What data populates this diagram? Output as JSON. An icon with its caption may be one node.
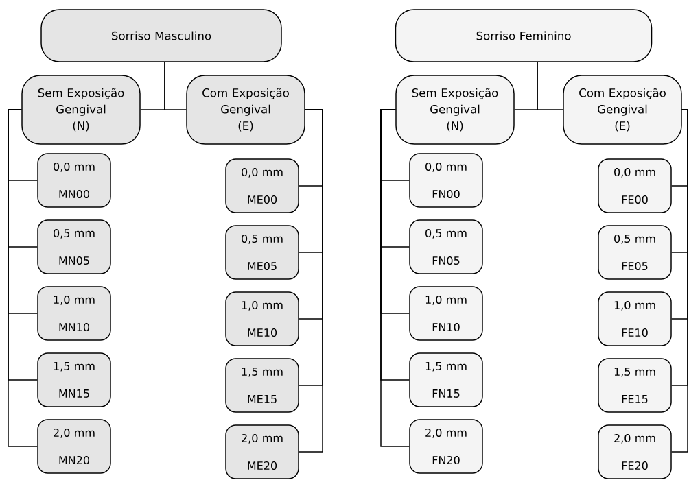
{
  "diagram": {
    "nodes": [
      {
        "text": [
          "Sorriso Masculino"
        ]
      },
      {
        "text": [
          "Sem Exposição Gengival",
          "(N)"
        ]
      },
      {
        "text": [
          "Com Exposição Gengival",
          "(E)"
        ]
      },
      {
        "text": [
          "0,0 mm",
          "MN00"
        ]
      },
      {
        "text": [
          "0,5 mm",
          "MN05"
        ]
      },
      {
        "text": [
          "1,0 mm",
          "MN10"
        ]
      },
      {
        "text": [
          "1,5 mm",
          "MN15"
        ]
      },
      {
        "text": [
          "2,0 mm",
          "MN20"
        ]
      },
      {
        "text": [
          "0,0 mm",
          "ME00"
        ]
      },
      {
        "text": [
          "0,5 mm",
          "ME05"
        ]
      },
      {
        "text": [
          "1,0 mm",
          "ME10"
        ]
      },
      {
        "text": [
          "1,5 mm",
          "ME15"
        ]
      },
      {
        "text": [
          "2,0 mm",
          "ME20"
        ]
      },
      {
        "text": [
          "Sorriso Feminino"
        ]
      },
      {
        "text": [
          "Sem Exposição Gengival",
          "(N)"
        ]
      },
      {
        "text": [
          "Com Exposição Gengival",
          "(E)"
        ]
      },
      {
        "text": [
          "0,0 mm",
          "FN00"
        ]
      },
      {
        "text": [
          "0,5 mm",
          "FN05"
        ]
      },
      {
        "text": [
          "1,0 mm",
          "FN10"
        ]
      },
      {
        "text": [
          "1,5 mm",
          "FN15"
        ]
      },
      {
        "text": [
          "2,0 mm",
          "FN20"
        ]
      },
      {
        "text": [
          "0,0 mm",
          "FE00"
        ]
      },
      {
        "text": [
          "0,5 mm",
          "FE05"
        ]
      },
      {
        "text": [
          "1,0 mm",
          "FE10"
        ]
      },
      {
        "text": [
          "1,5 mm",
          "FE15"
        ]
      },
      {
        "text": [
          "2,0 mm",
          "FE20"
        ]
      }
    ],
    "edges": [
      {
        "from": 0,
        "to": 1,
        "arrow": "none"
      },
      {
        "from": 0,
        "to": 2,
        "arrow": "none"
      },
      {
        "from": 1,
        "to": 3,
        "arrow": "none"
      },
      {
        "from": 1,
        "to": 4,
        "arrow": "none"
      },
      {
        "from": 1,
        "to": 5,
        "arrow": "none"
      },
      {
        "from": 1,
        "to": 6,
        "arrow": "none"
      },
      {
        "from": 1,
        "to": 7,
        "arrow": "none"
      },
      {
        "from": 2,
        "to": 8,
        "arrow": "none"
      },
      {
        "from": 2,
        "to": 9,
        "arrow": "none"
      },
      {
        "from": 2,
        "to": 10,
        "arrow": "none"
      },
      {
        "from": 2,
        "to": 11,
        "arrow": "none"
      },
      {
        "from": 2,
        "to": 12,
        "arrow": "none"
      },
      {
        "from": 13,
        "to": 14,
        "arrow": "none"
      },
      {
        "from": 13,
        "to": 15,
        "arrow": "none"
      },
      {
        "from": 14,
        "to": 16,
        "arrow": "none"
      },
      {
        "from": 14,
        "to": 17,
        "arrow": "none"
      },
      {
        "from": 14,
        "to": 18,
        "arrow": "none"
      },
      {
        "from": 14,
        "to": 19,
        "arrow": "none"
      },
      {
        "from": 14,
        "to": 20,
        "arrow": "none"
      },
      {
        "from": 15,
        "to": 21,
        "arrow": "none"
      },
      {
        "from": 15,
        "to": 22,
        "arrow": "none"
      },
      {
        "from": 15,
        "to": 23,
        "arrow": "none"
      },
      {
        "from": 15,
        "to": 24,
        "arrow": "none"
      },
      {
        "from": 15,
        "to": 25,
        "arrow": "none"
      }
    ]
  }
}
